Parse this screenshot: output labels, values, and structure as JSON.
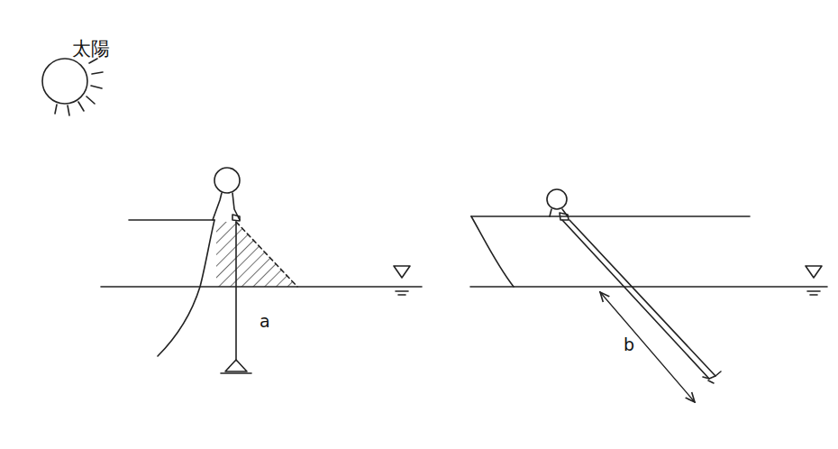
{
  "diagram": {
    "labels": [
      "太陽",
      "a",
      "b"
    ]
  }
}
